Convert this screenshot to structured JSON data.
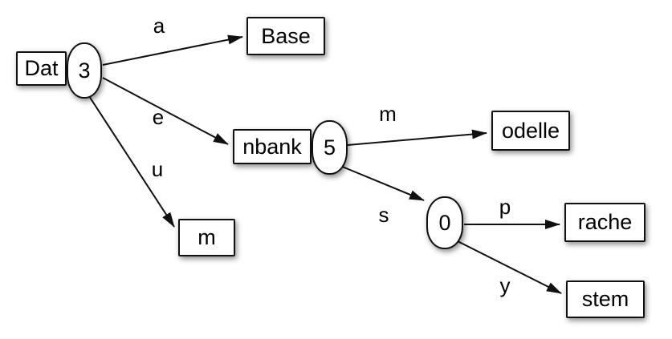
{
  "diagram": {
    "kind": "trie",
    "nodes": {
      "dat": {
        "label": "Dat",
        "count": "3"
      },
      "base": {
        "label": "Base"
      },
      "nbank": {
        "label": "nbank",
        "count": "5"
      },
      "m": {
        "label": "m"
      },
      "odelle": {
        "label": "odelle"
      },
      "zero": {
        "count": "0"
      },
      "rache": {
        "label": "rache"
      },
      "stem": {
        "label": "stem"
      }
    },
    "edges": [
      {
        "label": "a",
        "from": "Dat-3",
        "to": "Base"
      },
      {
        "label": "e",
        "from": "Dat-3",
        "to": "nbank-5"
      },
      {
        "label": "u",
        "from": "Dat-3",
        "to": "m"
      },
      {
        "label": "m",
        "from": "nbank-5",
        "to": "odelle"
      },
      {
        "label": "s",
        "from": "nbank-5",
        "to": "0"
      },
      {
        "label": "p",
        "from": "0",
        "to": "rache"
      },
      {
        "label": "y",
        "from": "0",
        "to": "stem"
      }
    ],
    "colors": {
      "node_fill": "#ffffff",
      "stroke": "#111111",
      "text": "#000000"
    }
  }
}
